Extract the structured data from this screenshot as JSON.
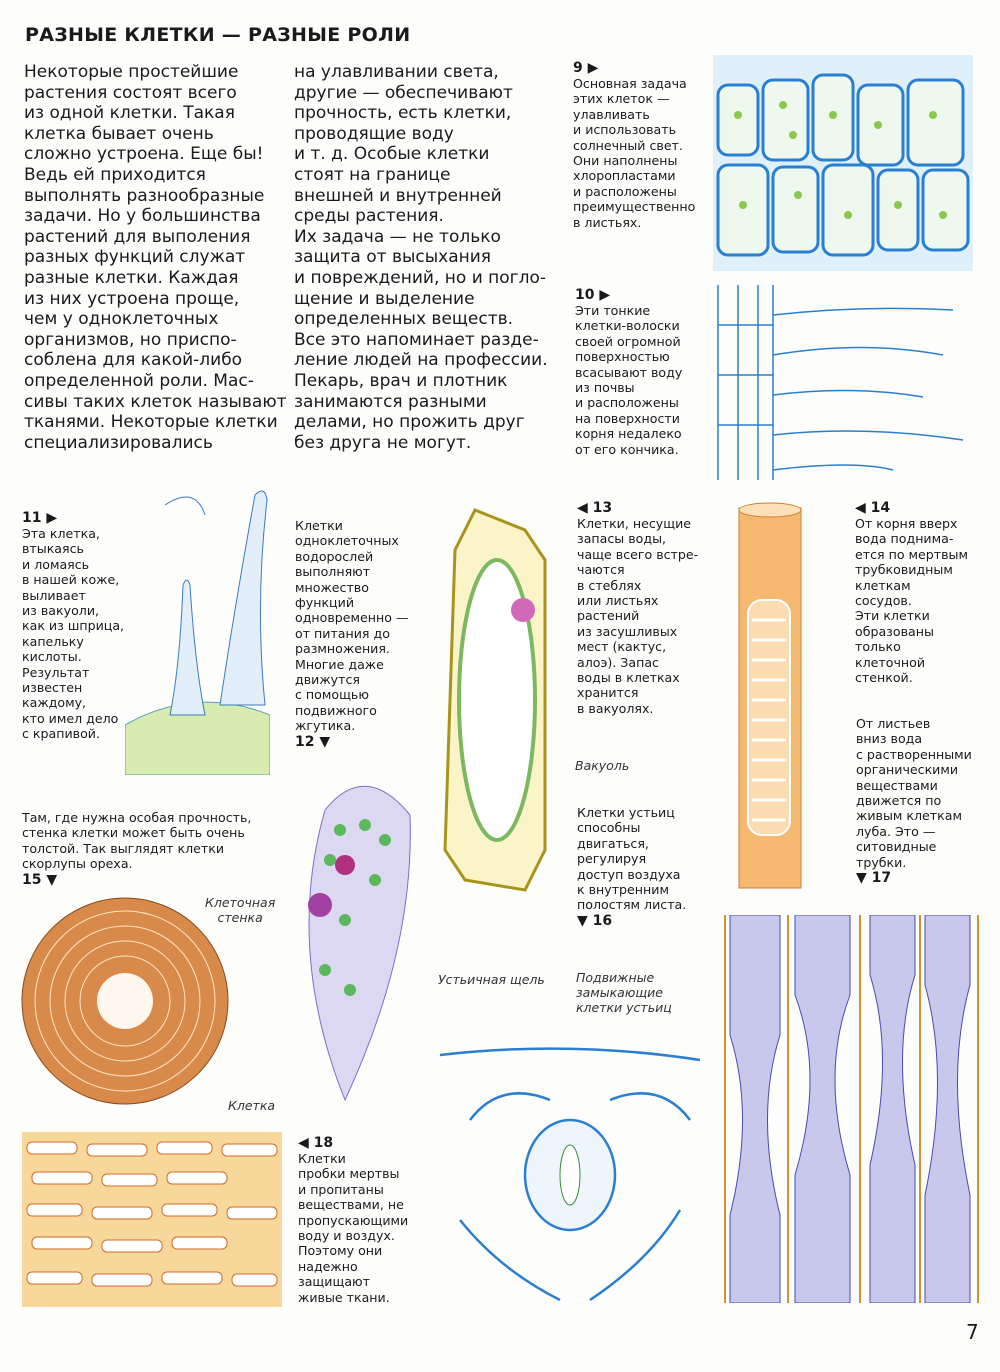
{
  "title": "РАЗНЫЕ КЛЕТКИ — РАЗНЫЕ РОЛИ",
  "col1": "   Некоторые простейшие\nрастения состоят всего\nиз одной клетки. Такая\nклетка бывает очень\nсложно устроена. Еще бы!\nВедь ей приходится\nвыполнять разнообразные\nзадачи. Но у большинства\nрастений для выполения\nразных функций служат\nразные клетки. Каждая\nиз них устроена проще,\nчем у одноклеточных\nорганизмов, но приспо-\nсоблена для какой-либо\nопределенной роли. Мас-\nсивы таких клеток называют\nтканями. Некоторые клетки\nспециализировались",
  "col2": "на улавливании света,\nдругие — обеспечивают\nпрочность, есть клетки,\nпроводящие воду\nи т. д. Особые клетки\nстоят на границе\nвнешней и внутренней\nсреды растения.\nИх задача — не только\nзащита от высыхания\nи повреждений, но и погло-\nщение и выделение\nопределенных веществ.\nВсе это напоминает разде-\nление людей на профессии.\nПекарь, врач и плотник\nзанимаются разными\nделами, но прожить друг\nбез друга не могут.",
  "captions": {
    "c9": {
      "num": "9 ▶",
      "text": "Основная задача\nэтих клеток —\nулавливать\nи использовать\nсолнечный свет.\nОни наполнены\nхлоропластами\nи расположены\nпреимущественно\nв листьях."
    },
    "c10": {
      "num": "10 ▶",
      "text": "Эти тонкие\nклетки-волоски\nсвоей огромной\nповерхностью\nвсасывают воду\nиз почвы\nи расположены\nна поверхности\nкорня недалеко\nот его кончика."
    },
    "c11": {
      "num": "11 ▶",
      "text": "Эта клетка,\nвтыкаясь\nи ломаясь\nв нашей коже,\nвыливает\nиз вакуоли,\nкак из шприца,\nкапельку\nкислоты.\nРезультат\nизвестен\nкаждому,\nкто имел дело\nс крапивой."
    },
    "c12": {
      "num": "12 ▼",
      "text": "Клетки\nодноклеточных\nводорослей\nвыполняют\nмножество\nфункций\nодновременно —\nот питания до\nразмножения.\nМногие даже\nдвижутся\nс помощью\nподвижного\nжгутика."
    },
    "c13": {
      "num": "◀ 13",
      "text": "Клетки, несущие\nзапасы воды,\nчаще всего встре-\nчаются\nв стеблях\nили листьях\nрастений\nиз засушливых\nмест (кактус,\nалоэ). Запас\nводы в клетках\nхранится\nв вакуолях."
    },
    "c14": {
      "num": "◀ 14",
      "text": "От корня вверх\nвода поднима-\nется по мертвым\nтрубковидным\nклеткам\nсосудов.\nЭти клетки\nобразованы\nтолько\nклеточной\nстенкой."
    },
    "c15": {
      "num": "15 ▼",
      "text": "Там, где нужна особая прочность,\nстенка клетки может быть очень\nтолстой. Так выглядят клетки\nскорлупы ореха."
    },
    "c16": {
      "num": "▼ 16",
      "text": "Клетки устьиц\nспособны\nдвигаться,\nрегулируя\nдоступ воздуха\nк внутренним\nполостям листа."
    },
    "c17": {
      "num": "▼ 17",
      "text": "От листьев\nвниз вода\nс растворенными\nорганическими\nвеществами\nдвижется по\nживым клеткам\nлуба. Это —\nситовидные\nтрубки."
    },
    "c18": {
      "num": "◀ 18",
      "text": "Клетки\nпробки мертвы\nи пропитаны\nвеществами, не\nпропускающими\nводу и воздух.\nПоэтому они\nнадежно\nзащищают\nживые ткани."
    }
  },
  "labels": {
    "vacuole": "Вакуоль",
    "cell_wall": "Клеточная\nстенка",
    "cell": "Клетка",
    "stoma_slit": "Устьичная щель",
    "guard_cells": "Подвижные\nзамыкающие\nклетки устьиц"
  },
  "page_number": "7"
}
